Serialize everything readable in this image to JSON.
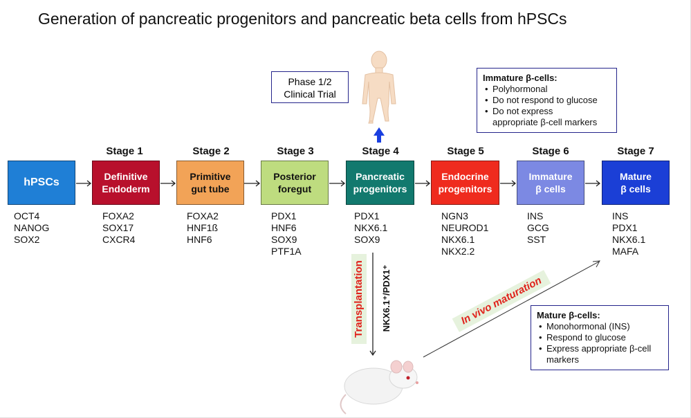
{
  "title": "Generation of pancreatic progenitors and pancreatic beta cells from hPSCs",
  "stages": [
    {
      "label": "",
      "name": "hPSCs",
      "bg": "#1f7fd6",
      "fg": "#ffffff",
      "markers": [
        "OCT4",
        "NANOG",
        "SOX2"
      ]
    },
    {
      "label": "Stage 1",
      "name": "Definitive\nEndoderm",
      "bg": "#b8102c",
      "fg": "#ffffff",
      "markers": [
        "FOXA2",
        "SOX17",
        "CXCR4"
      ]
    },
    {
      "label": "Stage 2",
      "name": "Primitive\ngut tube",
      "bg": "#f2a357",
      "fg": "#111111",
      "markers": [
        "FOXA2",
        "HNF1ß",
        "HNF6"
      ]
    },
    {
      "label": "Stage 3",
      "name": "Posterior\nforegut",
      "bg": "#bedc7f",
      "fg": "#111111",
      "markers": [
        "PDX1",
        "HNF6",
        "SOX9",
        "PTF1A"
      ]
    },
    {
      "label": "Stage 4",
      "name": "Pancreatic\nprogenitors",
      "bg": "#12796e",
      "fg": "#ffffff",
      "markers": [
        "PDX1",
        "NKX6.1",
        "SOX9"
      ]
    },
    {
      "label": "Stage 5",
      "name": "Endocrine\nprogenitors",
      "bg": "#ef2b1e",
      "fg": "#ffffff",
      "markers": [
        "NGN3",
        "NEUROD1",
        "NKX6.1",
        "NKX2.2"
      ]
    },
    {
      "label": "Stage 6",
      "name": "Immature\nβ cells",
      "bg": "#7c89e3",
      "fg": "#ffffff",
      "markers": [
        "INS",
        "GCG",
        "SST"
      ]
    },
    {
      "label": "Stage 7",
      "name": "Mature\nβ cells",
      "bg": "#1b3fd6",
      "fg": "#ffffff",
      "markers": [
        "INS",
        "PDX1",
        "NKX6.1",
        "MAFA"
      ]
    }
  ],
  "phase_box": "Phase 1/2\nClinical Trial",
  "immature_note": {
    "title": "Immature β-cells:",
    "items": [
      "Polyhormonal",
      "Do not respond to glucose",
      "Do not express\nappropriate β-cell markers"
    ]
  },
  "mature_note": {
    "title": "Mature β-cells:",
    "items": [
      "Monohormonal (INS)",
      "Respond to glucose",
      "Express appropriate β-cell\nmarkers"
    ]
  },
  "transplantation_label": "Transplantation",
  "nkx_label": "NKX6.1⁺/PDX1⁺",
  "in_vivo_label": "In vivo maturation",
  "colors": {
    "accent_red": "#e0221b",
    "note_border": "#23238a",
    "label_bg": "#e6f2dd",
    "up_arrow": "#1a3fe0"
  }
}
